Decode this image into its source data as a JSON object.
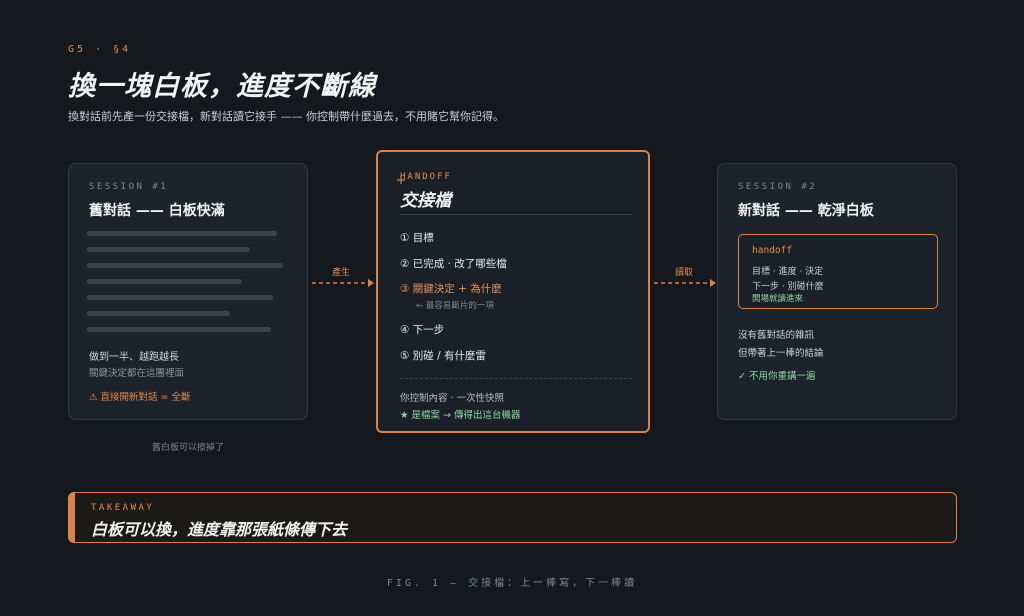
{
  "header": {
    "eyebrow": "G5 · §4",
    "title": "換一塊白板，進度不斷線",
    "subtitle": "換對話前先產一份交接檔，新對話讀它接手 —— 你控制帶什麼過去，不用賭它幫你記得。"
  },
  "session1": {
    "label": "SESSION #1",
    "title": "舊對話 —— 白板快滿",
    "lines": [
      0.93,
      0.8,
      0.96,
      0.76,
      0.91,
      0.7,
      0.9
    ],
    "note1": "做到一半、越跑越長",
    "note2": "關鍵決定都在這團裡面",
    "warn": "⚠ 直接開新對話 = 全斷",
    "caption": "舊白板可以擦掉了"
  },
  "arrows": {
    "produce": "產生",
    "read": "讀取"
  },
  "handoff": {
    "label": "HANDOFF",
    "title": "交接檔",
    "items": [
      "① 目標",
      "② 已完成 · 改了哪些檔",
      "③ 關鍵決定 + 為什麼",
      "④ 下一步",
      "⑤ 別碰 / 有什麼雷"
    ],
    "item3_note": "← 最容易斷片的一項",
    "foot1": "你控制內容 · 一次性快照",
    "foot2": "★ 是檔案 → 傳得出這台機器"
  },
  "session2": {
    "label": "SESSION #2",
    "title": "新對話 —— 乾淨白板",
    "mini": {
      "header": "handoff",
      "line1": "目標 · 進度 · 決定",
      "line2": "下一步 · 別碰什麼",
      "line3": "開場就讀進來"
    },
    "note1": "沒有舊對話的雜訊",
    "note2": "但帶著上一棒的結論",
    "ok": "✓ 不用你重講一遍"
  },
  "takeaway": {
    "label": "TAKEAWAY",
    "text": "白板可以換，進度靠那張紙條傳下去"
  },
  "figure_caption": "FIG. 1 — 交接檔：上一棒寫，下一棒讀",
  "colors": {
    "background": "#15191e",
    "accent": "#d9814a",
    "success": "#8fd6a0"
  }
}
